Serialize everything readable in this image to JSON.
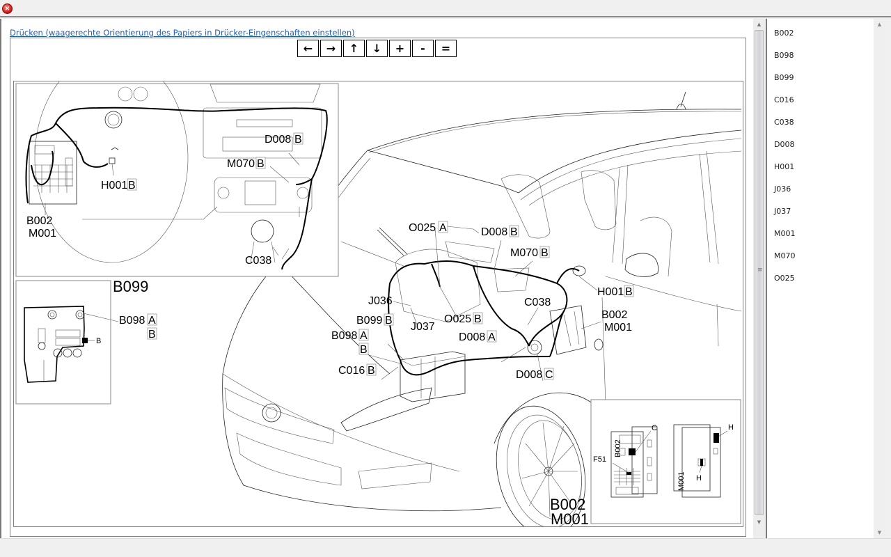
{
  "window": {
    "close_icon": "close-icon",
    "close_glyph": "×"
  },
  "toolbar": {
    "print_link": "Drücken (waagerechte Orientierung des Papiers in Drücker-Eingenschaften einstellen)",
    "buttons": [
      {
        "name": "pan-left",
        "icon": "arrow-left-icon",
        "glyph": "←"
      },
      {
        "name": "pan-right",
        "icon": "arrow-right-icon",
        "glyph": "→"
      },
      {
        "name": "pan-up",
        "icon": "arrow-up-icon",
        "glyph": "↑"
      },
      {
        "name": "pan-down",
        "icon": "arrow-down-icon",
        "glyph": "↓"
      },
      {
        "name": "zoom-in",
        "icon": "plus-icon",
        "glyph": "+"
      },
      {
        "name": "zoom-out",
        "icon": "minus-icon",
        "glyph": "-"
      },
      {
        "name": "zoom-reset",
        "icon": "equals-icon",
        "glyph": "="
      }
    ]
  },
  "diagram": {
    "dashboard_inset": {
      "labels": {
        "d008": "D008",
        "d008_pin": "B",
        "m070": "M070",
        "m070_pin": "B",
        "h001": "H001",
        "h001_pin": "B",
        "b002": "B002",
        "m001": "M001",
        "c038": "C038"
      }
    },
    "battery_inset": {
      "title": "B099",
      "b098": "B098",
      "b098_pin_a": "A",
      "b098_pin_b": "B",
      "terminal_b": "B"
    },
    "engine_bay": {
      "o025a": "O025",
      "o025a_pin": "A",
      "d008b": "D008",
      "d008b_pin": "B",
      "m070b": "M070",
      "m070b_pin": "B",
      "h001b": "H001",
      "h001b_pin": "B",
      "j036": "J036",
      "c038": "C038",
      "b002": "B002",
      "m001": "M001",
      "b099b": "B099",
      "b099b_pin": "B",
      "o025b": "O025",
      "o025b_pin": "B",
      "j037": "J037",
      "b098": "B098",
      "b098_pin_a": "A",
      "b098_pin_b": "B",
      "d008a": "D008",
      "d008a_pin": "A",
      "c016b": "C016",
      "c016b_pin": "B",
      "d008c": "D008",
      "d008c_pin": "C",
      "bottom_b002": "B002",
      "bottom_m001": "M001"
    },
    "fusebox_inset": {
      "b002_label": "B002",
      "m001_label": "M001",
      "c": "C",
      "f51": "F51",
      "h_top": "H",
      "h_bottom": "H"
    }
  },
  "sidebar": {
    "items": [
      {
        "label": "B002"
      },
      {
        "label": "B098"
      },
      {
        "label": "B099"
      },
      {
        "label": "C016"
      },
      {
        "label": "C038"
      },
      {
        "label": "D008"
      },
      {
        "label": "H001"
      },
      {
        "label": "J036"
      },
      {
        "label": "J037"
      },
      {
        "label": "M001"
      },
      {
        "label": "M070"
      },
      {
        "label": "O025"
      }
    ]
  },
  "scrollbar": {
    "up_glyph": "▲",
    "down_glyph": "▼",
    "grip_glyph": "≡"
  }
}
